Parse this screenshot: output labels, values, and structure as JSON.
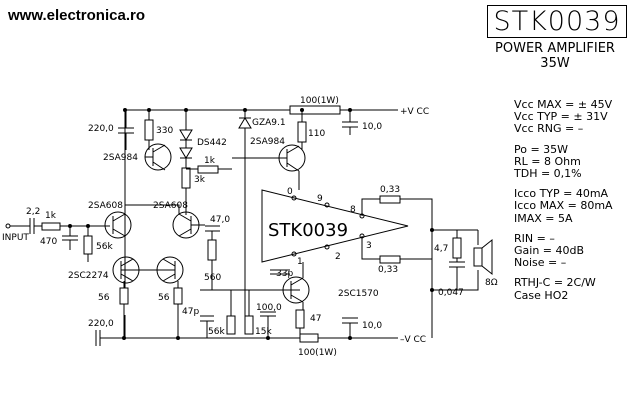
{
  "site": "www.electronica.ro",
  "title": "STK0039",
  "subtitle": [
    "POWER AMPLIFIER",
    "35W"
  ],
  "specs": [
    "Vcc MAX = ± 45V",
    "Vcc TYP = ± 31V",
    "Vcc RNG = –",
    "Po = 35W",
    "RL = 8 Ohm",
    "TDH = 0,1%",
    "Icco TYP = 40mA",
    "Icco MAX = 80mA",
    "IMAX = 5A",
    "RIN = –",
    "Gain = 40dB",
    "Noise = –",
    "RTHJ-C = 2C/W",
    "Case HO2"
  ],
  "schematic": {
    "chip_label": "STK0039",
    "supply_pos": "+V CC",
    "supply_neg": "–V CC",
    "input_label": "INPUT",
    "speaker_label": "8Ω",
    "resistors": {
      "r100_top": "100(1W)",
      "r100_bot": "100(1W)",
      "r330": "330",
      "r110": "110",
      "r1k_mid": "1k",
      "r3k": "3k",
      "r1k_in": "1k",
      "r56k_a": "56k",
      "r560": "560",
      "r56_a": "56",
      "r56_b": "56",
      "r56k_b": "56k",
      "r15k": "15k",
      "r47": "47",
      "r033_a": "0,33",
      "r033_b": "0,33",
      "r47_out": "4,7"
    },
    "capacitors": {
      "c220_top": "220,0",
      "c10_top": "10,0",
      "c22": "2,2",
      "c470": "470",
      "c47_0": "47,0",
      "c47p": "47p",
      "c33p": "33p",
      "c100": "100,0",
      "c10_bot": "10,0",
      "c220_bot": "220,0",
      "c0047": "0,047"
    },
    "semis": {
      "q1": "2SA984",
      "q2": "2SA984",
      "d1": "DS442",
      "z1": "GZA9.1",
      "q3": "2SA608",
      "q4": "2SA608",
      "q5": "2SC2274",
      "q6": "2SC1570"
    },
    "pins": [
      "0",
      "9",
      "8",
      "3",
      "1",
      "2"
    ]
  }
}
